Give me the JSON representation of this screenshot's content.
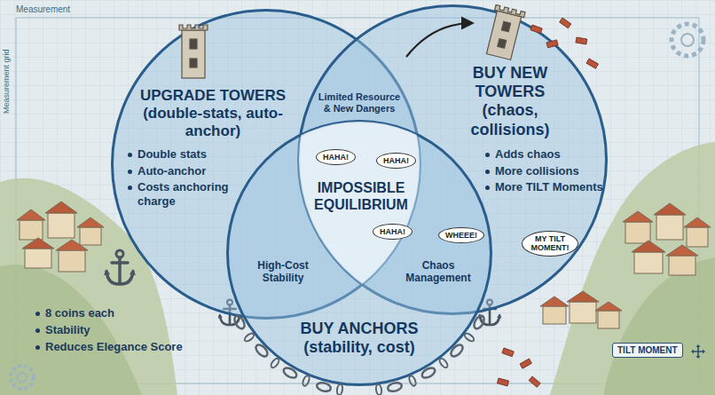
{
  "diagram": {
    "nodes": [
      {
        "text": [
          "UPGRADE TOWERS (double-stats, auto-anchor)",
          "Double stats",
          "Auto-anchor",
          "Costs anchoring charge"
        ]
      },
      {
        "text": [
          "BUY NEW TOWERS (chaos, collisions)",
          "Adds chaos",
          "More collisions",
          "More TILT Moments"
        ]
      },
      {
        "text": [
          "BUY ANCHORS (stability, cost)"
        ]
      }
    ],
    "labels": [
      "Measurement",
      "Measurement grid",
      "Limited Resource & New Dangers",
      "HAHA!",
      "HAHA!",
      "IMPOSSIBLE EQUILIBRIUM",
      "High-Cost Stability",
      "Chaos Management",
      "HAHA!",
      "WHEEE!",
      "MY TILT MOMENT!",
      "8 coins each",
      "Stability",
      "Reduces Elegance Score",
      "TILT MOMENT"
    ]
  }
}
